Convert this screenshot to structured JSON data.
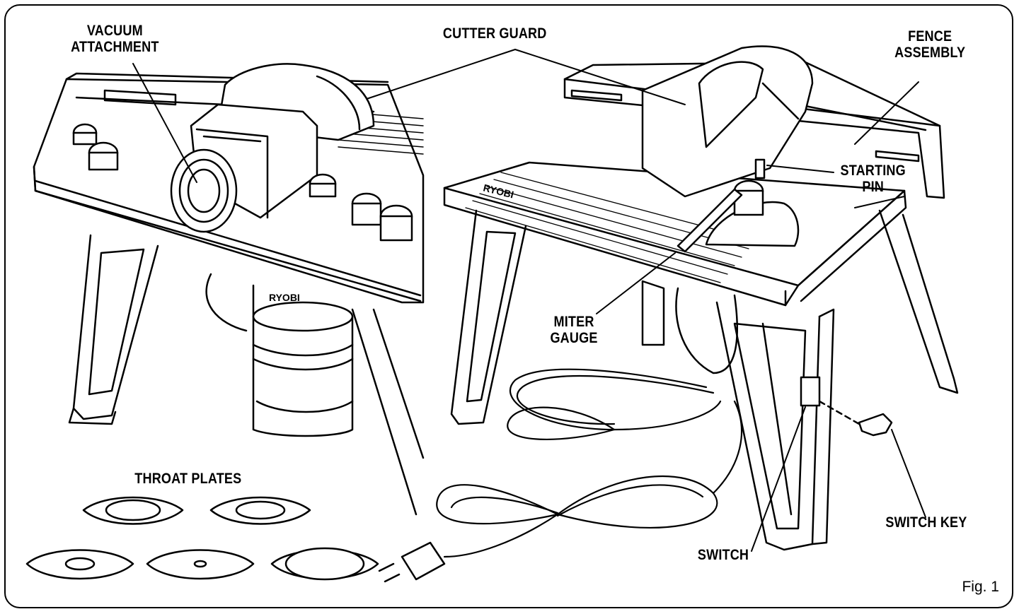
{
  "labels": {
    "vacuum_line1": "VACUUM",
    "vacuum_line2": "ATTACHMENT",
    "cutter_guard": "CUTTER GUARD",
    "fence_line1": "FENCE",
    "fence_line2": "ASSEMBLY",
    "starting_line1": "STARTING",
    "starting_line2": "PIN",
    "miter_line1": "MITER",
    "miter_line2": "GAUGE",
    "throat_plates": "THROAT PLATES",
    "switch_key": "SWITCH KEY",
    "switch": "SWITCH"
  },
  "figure_number": "Fig. 1",
  "brand": "RYOBI",
  "colors": {
    "ink": "#000000",
    "paper": "#ffffff",
    "frame": "#000000"
  }
}
